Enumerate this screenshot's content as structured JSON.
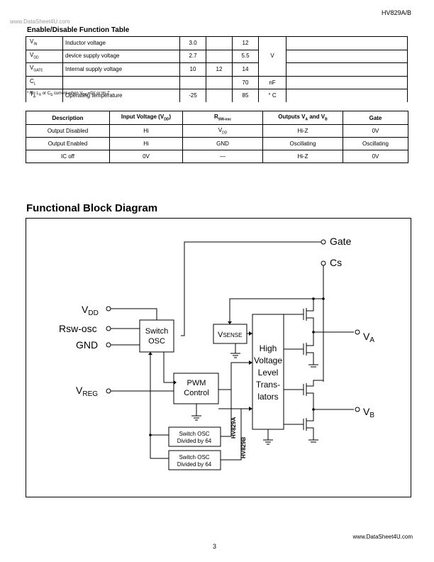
{
  "header": {
    "part_number": "HV829A/B",
    "watermark": "www.DataSheet4U.com"
  },
  "enable_table": {
    "title": "Enable/Disable Function Table",
    "rows": [
      {
        "sym": "V",
        "sub": "IN",
        "desc": "Inductor voltage",
        "v1": "3.0",
        "v2": "",
        "v3": "12"
      },
      {
        "sym": "V",
        "sub": "DD",
        "desc": "device supply voltage",
        "v1": "2.7",
        "v2": "",
        "v3": "5.5"
      },
      {
        "sym": "V",
        "sub": "GATE",
        "desc": "Internal supply voltage",
        "v1": "10",
        "v2": "12",
        "v3": "14"
      },
      {
        "sym": "C",
        "sub": "L",
        "desc": "",
        "v1": "",
        "v2": "",
        "v3": "70"
      },
      {
        "sym": "T",
        "sub": "A",
        "desc": "Operating temperature",
        "v1": "-25",
        "v2": "",
        "v3": "85"
      }
    ],
    "unit_v": "V",
    "unit_nf": "nF",
    "unit_c": "° C",
    "note": "* No L",
    "note_sub1": "X",
    "note_mid1": " or C",
    "note_sub2": "S",
    "note_mid2": " current when V",
    "note_sub3": "DD",
    "note_end": "=0V or Hi-Z"
  },
  "io_table": {
    "headers": {
      "description": "Description",
      "input_pre": "Input Voltage (V",
      "input_sub": "DD",
      "input_post": ")",
      "rsw": "R",
      "rsw_sub": "SW-osc",
      "outputs_pre": "Outputs V",
      "outputs_sub_a": "A",
      "outputs_mid": " and V",
      "outputs_sub_b": "B",
      "gate": "Gate"
    },
    "rows": [
      {
        "desc": "Output Disabled",
        "input": "Hi",
        "rsw": "V",
        "rsw_sub": "DD",
        "outputs": "Hi-Z",
        "gate": "0V"
      },
      {
        "desc": "Output Enabled",
        "input": "Hi",
        "rsw": "GND",
        "rsw_sub": "",
        "outputs": "Oscillating",
        "gate": "Oscillating"
      },
      {
        "desc": "IC off",
        "input": "0V",
        "rsw": "—",
        "rsw_sub": "",
        "outputs": "Hi-Z",
        "gate": "0V"
      }
    ]
  },
  "diagram": {
    "title": "Functional Block Diagram",
    "pins": {
      "gate": "Gate",
      "cs": "Cs",
      "vdd": "V",
      "vdd_sub": "DD",
      "rsw": "Rsw-osc",
      "gnd": "GND",
      "vreg": "V",
      "vreg_sub": "REG",
      "va": "V",
      "va_sub": "A",
      "vb": "V",
      "vb_sub": "B"
    },
    "blocks": {
      "switch_osc_1": "Switch",
      "switch_osc_2": "OSC",
      "vsense": "V",
      "vsense_sub": "SENSE",
      "pwm_1": "PWM",
      "pwm_2": "Control",
      "hv_1": "High",
      "hv_2": "Voltage",
      "hv_3": "Level",
      "hv_4": "Trans-",
      "hv_5": "lators",
      "div_a_1": "Switch OSC",
      "div_a_2": "Divided by 64",
      "div_b_1": "Switch OSC",
      "div_b_2": "Divided by 64",
      "label_a": "HV829A",
      "label_b": "HV829B"
    }
  },
  "footer": {
    "url": "www.DataSheet4U.com",
    "page": "3"
  }
}
